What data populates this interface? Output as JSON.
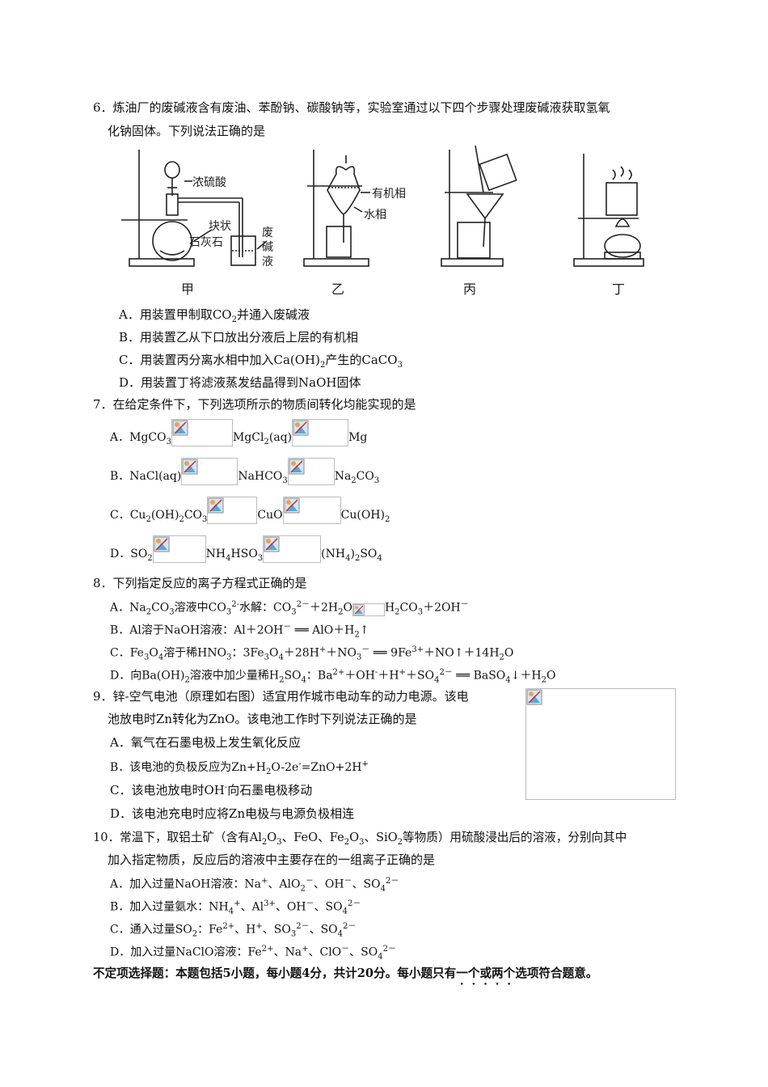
{
  "q6": {
    "stem1": "6．炼油厂的废碱液含有废油、苯酚钠、碳酸钠等，实验室通过以下四个步骤处理废碱液获取氢氧",
    "stem2": "化钠固体。下列说法正确的是",
    "labels": {
      "a1": "浓硫酸",
      "a2": "块状",
      "a3": "石灰石",
      "a4": "废",
      "a5": "碱",
      "a6": "液",
      "b1": "有机相",
      "b2": "水相"
    },
    "captions": [
      "甲",
      "乙",
      "丙",
      "丁"
    ],
    "A": {
      "p1": "A．用装置甲制取CO",
      "s1": "2",
      "p2": "并通入废碱液"
    },
    "B": "B．用装置乙从下口放出分液后上层的有机相",
    "C": {
      "p1": "C．用装置丙分离水相中加入Ca(OH)",
      "s1": "2",
      "p2": "产生的CaCO",
      "s2": "3"
    },
    "D": "D．用装置丁将滤液蒸发结晶得到NaOH固体"
  },
  "q7": {
    "stem": "7．在给定条件下，下列选项所示的物质间转化均能实现的是",
    "A": {
      "p1": "A．MgCO",
      "s1": "3",
      "p2": "MgCl",
      "s2": "2",
      "p3": "(aq)",
      "p4": "Mg"
    },
    "B": {
      "p1": "B．NaCl(aq)",
      "p2": "NaHCO",
      "s2": "3",
      "p3": "Na",
      "s3": "2",
      "p4": "CO",
      "s4": "3"
    },
    "C": {
      "p1": "C．Cu",
      "s1": "2",
      "p2": "(OH)",
      "s2": "2",
      "p3": "CO",
      "s3": "3",
      "p4": "CuO",
      "p5": "Cu(OH)",
      "s5": "2"
    },
    "D": {
      "p1": "D．SO",
      "s1": "2",
      "p2": "NH",
      "s2": "4",
      "p3": "HSO",
      "s3": "3",
      "p4": "(NH",
      "s4": "4",
      "p5": ")",
      "s5": "2",
      "p6": "SO",
      "s6": "4"
    }
  },
  "q8": {
    "stem": "8．下列指定反应的离子方程式正确的是",
    "A": {
      "p1": "A．Na",
      "s1": "2",
      "p2": "CO",
      "s2": "3",
      "p3": "溶液中CO",
      "s3": "3",
      "u3": "2-",
      "p4": "水解：CO",
      "s4": "3",
      "u4": "2－",
      "p5": "＋2H",
      "s5": "2",
      "p6": "O",
      "p7": "H",
      "s7": "2",
      "p8": "CO",
      "s8": "3",
      "p9": "＋2OH",
      "u9": "－"
    },
    "B": {
      "p1": "B．Al溶于NaOH溶液：Al＋2OH",
      "u1": "－",
      "p2": " ══ AlO＋H",
      "s2": "2",
      "p3": "↑"
    },
    "C": {
      "p1": "C．Fe",
      "s1": "3",
      "p2": "O",
      "s2": "4",
      "p3": "溶于稀HNO",
      "s3": "3",
      "p4": "：3Fe",
      "s4": "3",
      "p5": "O",
      "s5": "4",
      "p6": "＋28H",
      "u6": "+",
      "p7": "＋NO",
      "s7": "3",
      "u7": "－",
      "p8": " ══ 9Fe",
      "u8": "3+",
      "p9": "＋NO↑＋14H",
      "s9": "2",
      "p10": "O"
    },
    "D": {
      "p1": "D．向Ba(OH)",
      "s1": "2",
      "p2": "溶液中加少量稀H",
      "s2": "2",
      "p3": "SO",
      "s3": "4",
      "p4": "：Ba",
      "u4": "2+",
      "p5": "＋OH",
      "u5": "-",
      "p6": "＋H",
      "u6": "+",
      "p7": "＋SO",
      "s7": "4",
      "u7": "2－",
      "p8": " ══ BaSO",
      "s8": "4",
      "p9": "↓＋H",
      "s9": "2",
      "p10": "O"
    }
  },
  "q9": {
    "stem1": "9．锌-空气电池（原理如右图）适宜用作城市电动车的动力电源。该电",
    "stem2": "池放电时Zn转化为ZnO。该电池工作时下列说法正确的是",
    "A": "A．氧气在石墨电极上发生氧化反应",
    "B": {
      "p1": "B．该电池的负极反应为Zn+H",
      "s1": "2",
      "p2": "O-2e",
      "u2": "-",
      "p3": "=ZnO+2H",
      "u3": "+"
    },
    "C": {
      "p1": "C．该电池放电时OH",
      "u1": "-",
      "p2": "向石墨电极移动"
    },
    "D": "D．该电池充电时应将Zn电极与电源负极相连"
  },
  "q10": {
    "stem1": "10．常温下，取铝土矿（含有Al",
    "s1a": "2",
    "stem1b": "O",
    "s1b": "3",
    "stem1c": "、FeO、Fe",
    "s1c": "2",
    "stem1d": "O",
    "s1d": "3",
    "stem1e": "、SiO",
    "s1e": "2",
    "stem1f": "等物质）用硫酸浸出后的溶液，分别向其中",
    "stem2": "加入指定物质，反应后的溶液中主要存在的一组离子正确的是",
    "A": {
      "p1": "A．加入过量NaOH溶液：Na",
      "u1": "+",
      "p2": "、AlO",
      "s2": "2",
      "u2": "－",
      "p3": "、OH",
      "u3": "－",
      "p4": "、SO",
      "s4": "4",
      "u4": "2－"
    },
    "B": {
      "p1": "B．加入过量氨水：NH",
      "s1": "4",
      "u1": "+",
      "p2": "、Al",
      "u2": "3+",
      "p3": "、OH",
      "u3": "－",
      "p4": "、SO",
      "s4": "4",
      "u4": "2－"
    },
    "C": {
      "p1": "C．通入过量SO",
      "s1": "2",
      "p2": "：Fe",
      "u2": "2+",
      "p3": "、H",
      "u3": "+",
      "p4": "、SO",
      "s4": "3",
      "u4": "2－",
      "p5": "、SO",
      "s5": "4",
      "u5": "2－"
    },
    "D": {
      "p1": "D．加入过量NaClO溶液：Fe",
      "u1": "2+",
      "p2": "、Na",
      "u2": "+",
      "p3": "、ClO",
      "u3": "－",
      "p4": "、SO",
      "s4": "4",
      "u4": "2－"
    }
  },
  "section": {
    "p1": "不定项选择题：本题包括5小题，每小题4分，共计20分。每小题只有",
    "emph": "一个或两个",
    "p2": "选项符合题意。"
  },
  "colors": {
    "text": "#111111",
    "placeholder_border": "#bbbbbb"
  }
}
